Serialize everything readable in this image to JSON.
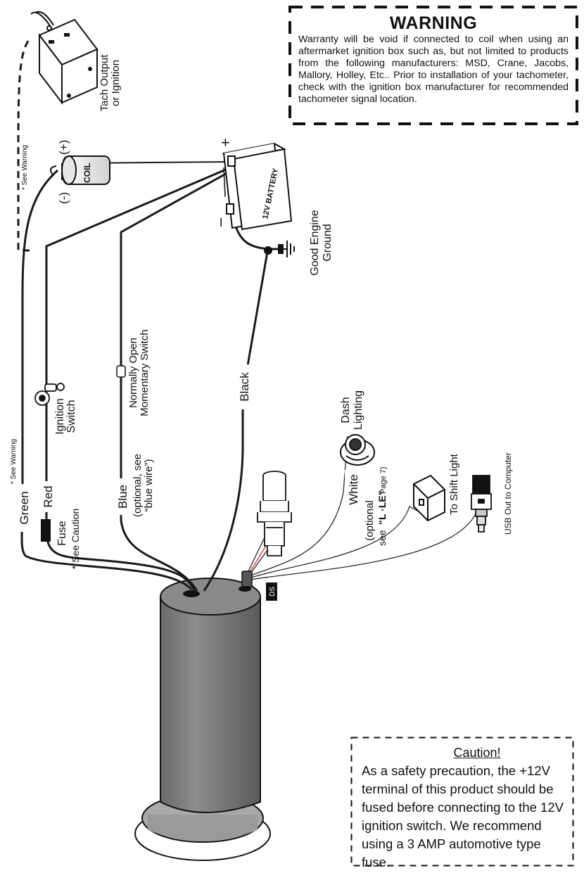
{
  "warning": {
    "title": "WARNING",
    "text": "Warranty will be void if connected to coil when using an aftermarket ignition box such as, but not limited to products from the following manufacturers: MSD, Crane, Jacobs, Mallory, Holley, Etc.. Prior to installation of your tachometer, check with the ignition box manufacturer for recommended tachometer signal location."
  },
  "caution": {
    "title": "Caution!",
    "text": "As a safety precaution, the +12V terminal of this product should be fused before connecting to the 12V ignition switch. We recommend using a 3 AMP automotive type fuse."
  },
  "labels": {
    "tach_output_1": "Tach Output",
    "tach_output_2": "or Ignition",
    "see_warning": "* See Warning",
    "coil": "COIL",
    "coil_plus": "(+)",
    "coil_minus": "(-)",
    "battery": "12V BATTERY",
    "battery_plus": "+",
    "battery_minus": "–",
    "ground_1": "Good Engine",
    "ground_2": "Ground",
    "ignition_1": "Ignition",
    "ignition_2": "Switch",
    "momentary_1": "Normally Open",
    "momentary_2": "Momentary Switch",
    "green": "Green",
    "red": "Red",
    "blue": "Blue",
    "blue_note_1": "(optional, see",
    "blue_note_2": "“blue wire”)",
    "black": "Black",
    "fuse": "Fuse",
    "see_caution": "* See Caution",
    "dash_1": "Dash",
    "dash_2": "Lighting",
    "white": "White",
    "white_note_1": "(optional",
    "white_note_2": "see",
    "white_note_code": "“L ·LE”",
    "white_note_page": "Page 7)",
    "shift_light": "To Shift Light",
    "usb": "USB Out to Computer",
    "ds": "DS"
  },
  "colors": {
    "wire": "#1a1a1a",
    "gauge_body": "#7a7a7a",
    "gauge_body_dark": "#5e5e5e",
    "red_wire": "#d9262b"
  }
}
